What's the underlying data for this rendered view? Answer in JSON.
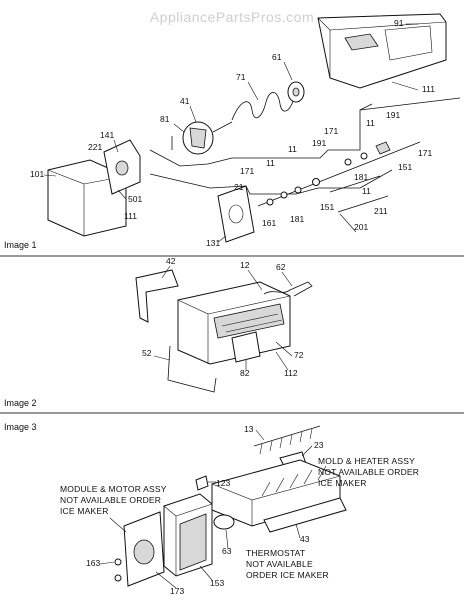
{
  "watermark": "AppliancePartsPros.com",
  "image1": {
    "caption": "Image 1",
    "labels": [
      "91",
      "61",
      "71",
      "111",
      "41",
      "81",
      "141",
      "221",
      "101",
      "501",
      "111",
      "191",
      "11",
      "171",
      "11",
      "11",
      "171",
      "191",
      "181",
      "151",
      "171",
      "21",
      "161",
      "181",
      "151",
      "11",
      "211",
      "201",
      "131"
    ]
  },
  "image2": {
    "caption": "Image 2",
    "labels": [
      "42",
      "12",
      "62",
      "52",
      "72",
      "82",
      "112"
    ]
  },
  "image3": {
    "caption": "Image 3",
    "labels": [
      "13",
      "23",
      "123",
      "43",
      "63",
      "163",
      "173",
      "153"
    ],
    "notes": {
      "mold_heater": [
        "MOLD & HEATER ASSY",
        "NOT AVAILABLE ORDER",
        "ICE MAKER"
      ],
      "module_motor": [
        "MODULE & MOTOR ASSY",
        "NOT AVAILABLE ORDER",
        "ICE MAKER"
      ],
      "thermostat": [
        "THERMOSTAT",
        "NOT AVAILABLE",
        "ORDER ICE MAKER"
      ]
    }
  }
}
